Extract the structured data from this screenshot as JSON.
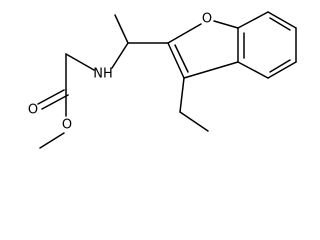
{
  "molecule": {
    "atoms": {
      "ring_oxygen": "O",
      "amine": "NH",
      "carbonyl_oxygen": "O",
      "ester_oxygen": "O"
    }
  }
}
